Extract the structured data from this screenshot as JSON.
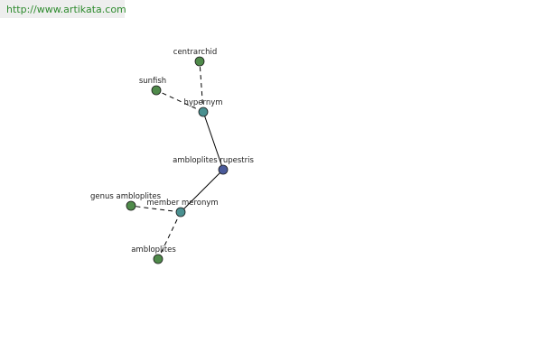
{
  "watermark": {
    "url": "http://www.artikata.com",
    "color": "#2e8b2e"
  },
  "colors": {
    "root_node": "#4a5a9a",
    "relation_node": "#4a9090",
    "leaf_node": "#4f8a4a",
    "edge": "#000000"
  },
  "nodes": [
    {
      "id": "amblyoplites_rupestris",
      "label": "ambloplites rupestris",
      "kind": "root"
    },
    {
      "id": "hypernym",
      "label": "hypernym",
      "kind": "relation"
    },
    {
      "id": "member_meronym",
      "label": "member meronym",
      "kind": "relation"
    },
    {
      "id": "centrarchid",
      "label": "centrarchid",
      "kind": "leaf"
    },
    {
      "id": "sunfish",
      "label": "sunfish",
      "kind": "leaf"
    },
    {
      "id": "genus_ambloplites",
      "label": "genus ambloplites",
      "kind": "leaf"
    },
    {
      "id": "ambloplites",
      "label": "ambloplites",
      "kind": "leaf"
    }
  ],
  "edges": [
    {
      "from": "amblyoplites_rupestris",
      "to": "hypernym",
      "style": "solid"
    },
    {
      "from": "amblyoplites_rupestris",
      "to": "member_meronym",
      "style": "solid"
    },
    {
      "from": "hypernym",
      "to": "centrarchid",
      "style": "dashed"
    },
    {
      "from": "hypernym",
      "to": "sunfish",
      "style": "dashed"
    },
    {
      "from": "member_meronym",
      "to": "genus_ambloplites",
      "style": "dashed"
    },
    {
      "from": "member_meronym",
      "to": "ambloplites",
      "style": "dashed"
    }
  ]
}
